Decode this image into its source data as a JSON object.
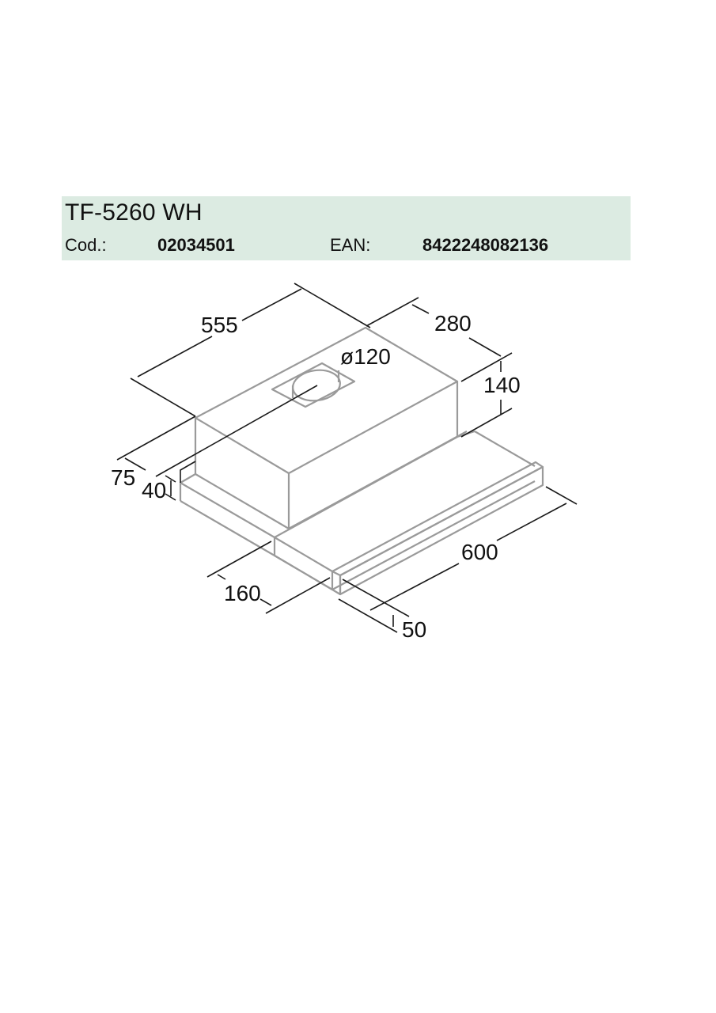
{
  "header": {
    "model": "TF-5260 WH",
    "cod_label": "Cod.:",
    "cod_value": "02034501",
    "ean_label": "EAN:",
    "ean_value": "8422248082136",
    "band_color": "#dcebe2"
  },
  "drawing": {
    "title": "Isometric dimension drawing of telescopic hood",
    "units": "mm",
    "dimensions": {
      "depth_total": "555",
      "motor_width": "280",
      "motor_height": "140",
      "outlet_diameter": "ø120",
      "outlet_offset": "75",
      "base_height": "40",
      "front_extension": "160",
      "width": "600",
      "front_bar": "50"
    },
    "colors": {
      "body_stroke": "#9a9a9a",
      "dimension_stroke": "#1a1a1a"
    }
  }
}
